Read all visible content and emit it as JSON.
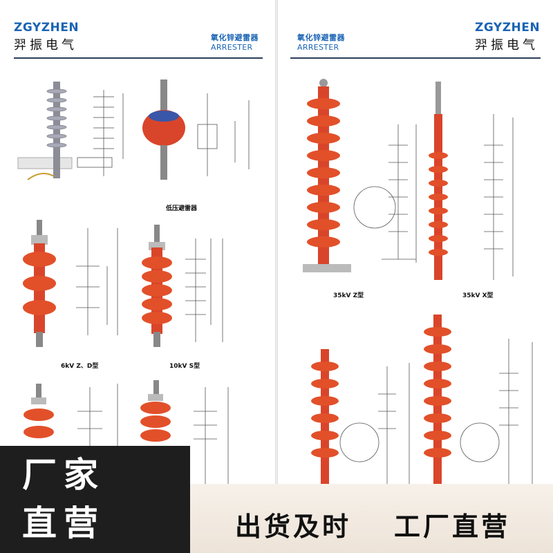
{
  "colors": {
    "brand": "#1a64b4",
    "insulator": "#e2502a",
    "banner_dark": "#1e1e1e"
  },
  "left_page": {
    "brand_en": "ZGYZHEN",
    "brand_cn": "羿振电气",
    "category_cn": "氧化锌避雷器",
    "category_en": "ARRESTER",
    "captions": [
      "低压避雷器",
      "6kV Z、D型",
      "10kV S型"
    ]
  },
  "right_page": {
    "brand_en": "ZGYZHEN",
    "brand_cn": "羿振电气",
    "category_cn": "氧化锌避雷器",
    "category_en": "ARRESTER",
    "captions": [
      "35kV Z型",
      "35kV X型"
    ]
  },
  "banner": {
    "line1": "厂家",
    "line2": "直营",
    "slogan_1": "出货及时",
    "slogan_2": "工厂直营"
  }
}
